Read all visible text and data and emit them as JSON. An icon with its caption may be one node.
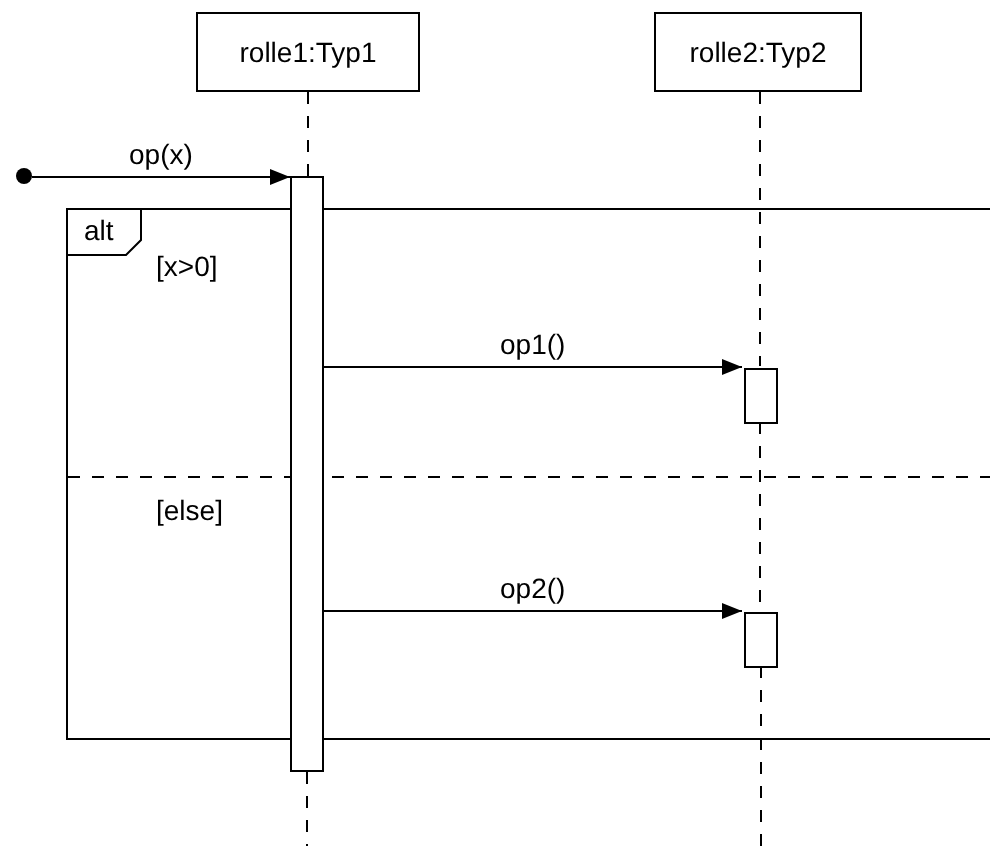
{
  "diagram": {
    "nodes": [
      {
        "text": [
          "rolle1:Typ1"
        ]
      },
      {
        "text": [
          "rolle2:Typ2"
        ]
      },
      {
        "text": [],
        "shape": "circle"
      },
      {
        "text": [],
        "shape": "bar"
      },
      {
        "text": [
          "alt",
          "[x>0]",
          "[else]"
        ]
      },
      {
        "text": [],
        "shape": "bar",
        "in": 4
      },
      {
        "text": [],
        "shape": "bar",
        "in": 4
      }
    ],
    "edges": [
      {
        "from": 0,
        "to": 3,
        "arrow": "none",
        "style": "dashed"
      },
      {
        "from": 1,
        "to": 5,
        "arrow": "none",
        "style": "dashed"
      },
      {
        "from": 5,
        "to": 6,
        "arrow": "none",
        "style": "dashed"
      },
      {
        "from": 2,
        "to": 3,
        "arrow": "to",
        "label": "op(x)"
      },
      {
        "from": 3,
        "to": 5,
        "arrow": "to",
        "label": "op1()"
      },
      {
        "from": 3,
        "to": 6,
        "arrow": "to",
        "label": "op2()"
      }
    ]
  }
}
